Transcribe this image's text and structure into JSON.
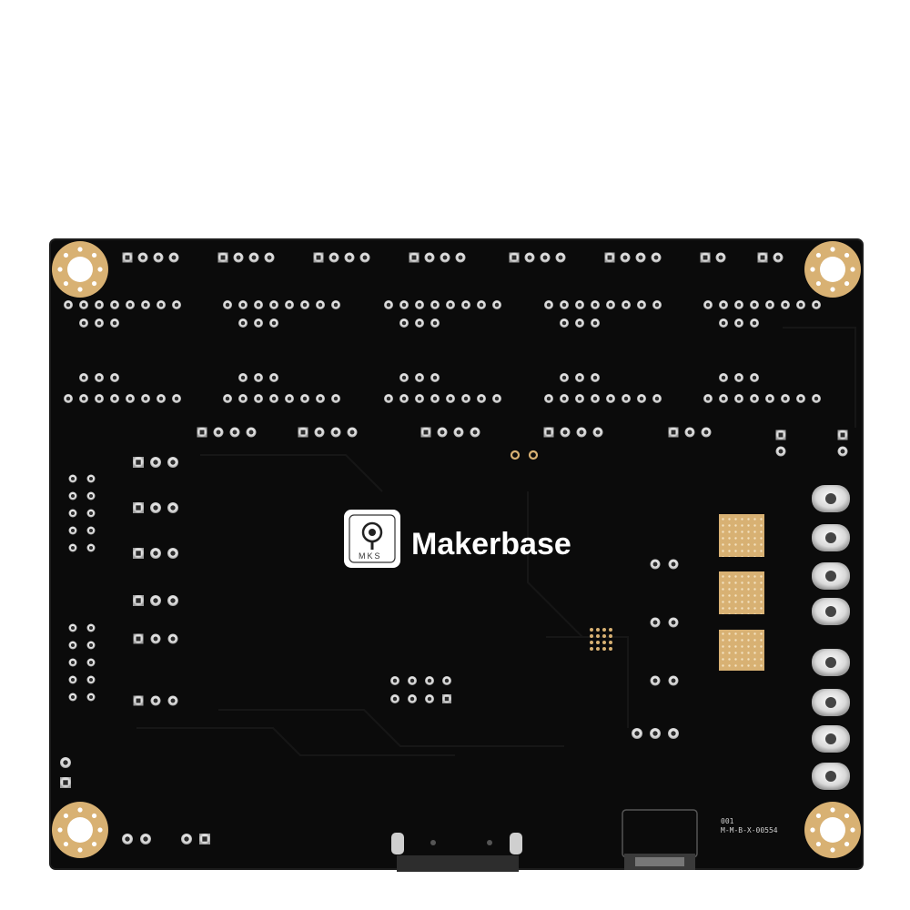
{
  "brand": {
    "name": "Makerbase",
    "logo_letters": "MKS"
  },
  "silkscreen": {
    "line1": "001",
    "line2": "M-M-B-X-00554"
  },
  "colors": {
    "pcb": "#0b0b0b",
    "pad": "#e9e9e9",
    "gold": "#d8b173"
  },
  "icons": {
    "mounting_hole": "mounting-hole-icon",
    "logo": "mks-logo-icon"
  }
}
